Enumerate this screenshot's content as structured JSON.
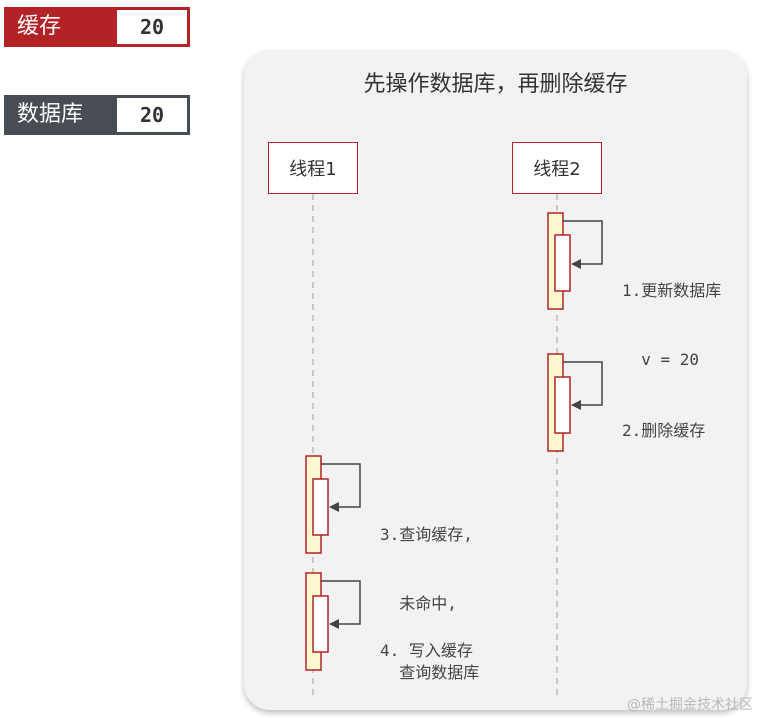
{
  "status": {
    "cache": {
      "label": "缓存",
      "value": "20"
    },
    "database": {
      "label": "数据库",
      "value": "20"
    }
  },
  "panel": {
    "title": "先操作数据库，再删除缓存"
  },
  "threads": [
    {
      "label": "线程1"
    },
    {
      "label": "线程2"
    }
  ],
  "steps": [
    {
      "line1": "1.更新数据库",
      "line2": "  v = 20"
    },
    {
      "line1": "2.删除缓存"
    },
    {
      "line1": "3.查询缓存,",
      "line2": "  未命中,",
      "line3": "  查询数据库"
    },
    {
      "line1": "4. 写入缓存"
    }
  ],
  "watermark": "@稀土掘金技术社区",
  "colors": {
    "accent_red": "#b22226",
    "dark_gray": "#474d52",
    "activation_fill": "#fef8d0",
    "panel_bg": "#f2f2f2"
  }
}
